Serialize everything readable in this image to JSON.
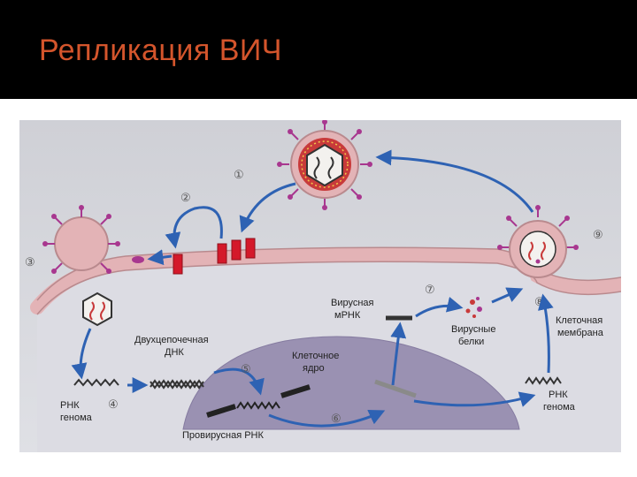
{
  "slide": {
    "title": "Репликация ВИЧ",
    "colors": {
      "title": "#d4552c",
      "background_bar": "#000000",
      "arrow": "#2e62b3",
      "membrane": "#e3b3b6",
      "receptor": "#d4192a",
      "virus_spike": "#a8378f",
      "nucleus": "#9a91b2"
    }
  },
  "diagram": {
    "steps": [
      "①",
      "②",
      "③",
      "④",
      "⑤",
      "⑥",
      "⑦",
      "⑧",
      "⑨"
    ],
    "labels": {
      "dna_line1": "Двухцепочечная",
      "dna_line2": "ДНК",
      "nucleus_line1": "Клеточное",
      "nucleus_line2": "ядро",
      "provirus": "Провирусная РНК",
      "rna_left_line1": "РНК",
      "rna_left_line2": "генома",
      "mrna_line1": "Вирусная",
      "mrna_line2": "мРНК",
      "proteins_line1": "Вирусные",
      "proteins_line2": "белки",
      "membrane_line1": "Клеточная",
      "membrane_line2": "мембрана",
      "rna_right_line1": "РНК",
      "rna_right_line2": "генома"
    },
    "icons": [
      "virion-icon",
      "receptor-icon",
      "capsid-icon",
      "rna-strand-icon",
      "dna-helix-icon",
      "protein-particles-icon"
    ]
  }
}
